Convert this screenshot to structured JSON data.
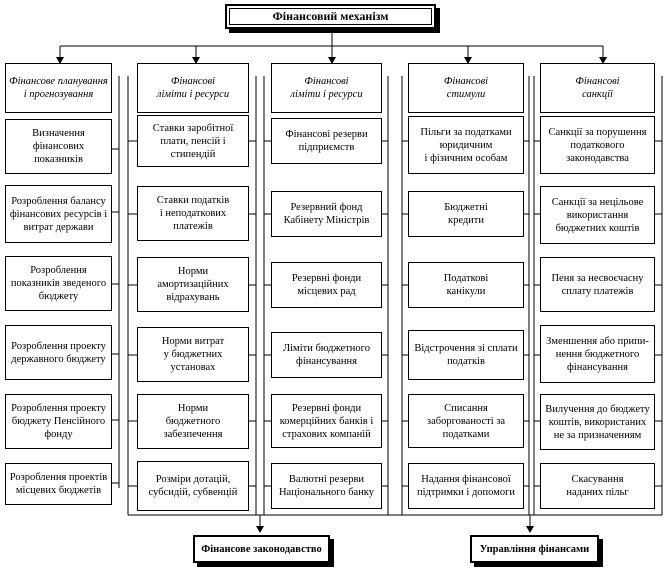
{
  "root": "Фінансовий механізм",
  "columns": [
    {
      "header": "Фінансове планування\nі прогнозування",
      "items": [
        "Визначення\nфінансових\nпоказників",
        "Розроблення балансу\nфінансових ресурсів і\nвитрат держави",
        "Розроблення\nпоказників зведеного\nбюджету",
        "Розроблення проекту\nдержавного бюджету",
        "Розроблення проекту\nбюджету Пенсійного\nфонду",
        "Розроблення проектів\nмісцевих бюджетів"
      ]
    },
    {
      "header": "Фінансові\nліміти і ресурси",
      "items": [
        "Ставки заробітної\nплати, пенсій і\nстипендій",
        "Ставки податків\nі неподаткових\nплатежів",
        "Норми\nамортизаційних\nвідрахувань",
        "Норми витрат\nу бюджетних\nустановах",
        "Норми\nбюджетного\nзабезпечення",
        "Розміри дотацій,\nсубсидій, субвенцій"
      ]
    },
    {
      "header": "Фінансові\nліміти і ресурси",
      "items": [
        "Фінансові резерви\nпідприємств",
        "Резервний фонд\nКабінету Міністрів",
        "Резервні фонди\nмісцевих рад",
        "Ліміти бюджетного\nфінансування",
        "Резервні фонди\nкомерційних банків і\nстрахових компаній",
        "Валютні резерви\nНаціонального банку"
      ]
    },
    {
      "header": "Фінансові\nстимули",
      "items": [
        "Пільги за податками\nюридичним\nі фізичним особам",
        "Бюджетні\nкредити",
        "Податкові\nканікули",
        "Відстрочення зі сплати\nподатків",
        "Списання\nзаборгованості за\nподатками",
        "Надання фінансової\nпідтримки і допомоги"
      ]
    },
    {
      "header": "Фінансові\nсанкції",
      "items": [
        "Санкції за порушення\nподаткового\nзаконодавства",
        "Санкції за нецільове\nвикористання\nбюджетних коштів",
        "Пеня за несвоєчасну\nсплату платежів",
        "Зменшення або припи-\nнення бюджетного\nфінансування",
        "Вилучення до бюджету\nкоштів, використаних\nне за призначенням",
        "Скасування\nнаданих пільг"
      ]
    }
  ],
  "bottom": {
    "left": "Фінансове законодавство",
    "right": "Управління фінансами"
  }
}
